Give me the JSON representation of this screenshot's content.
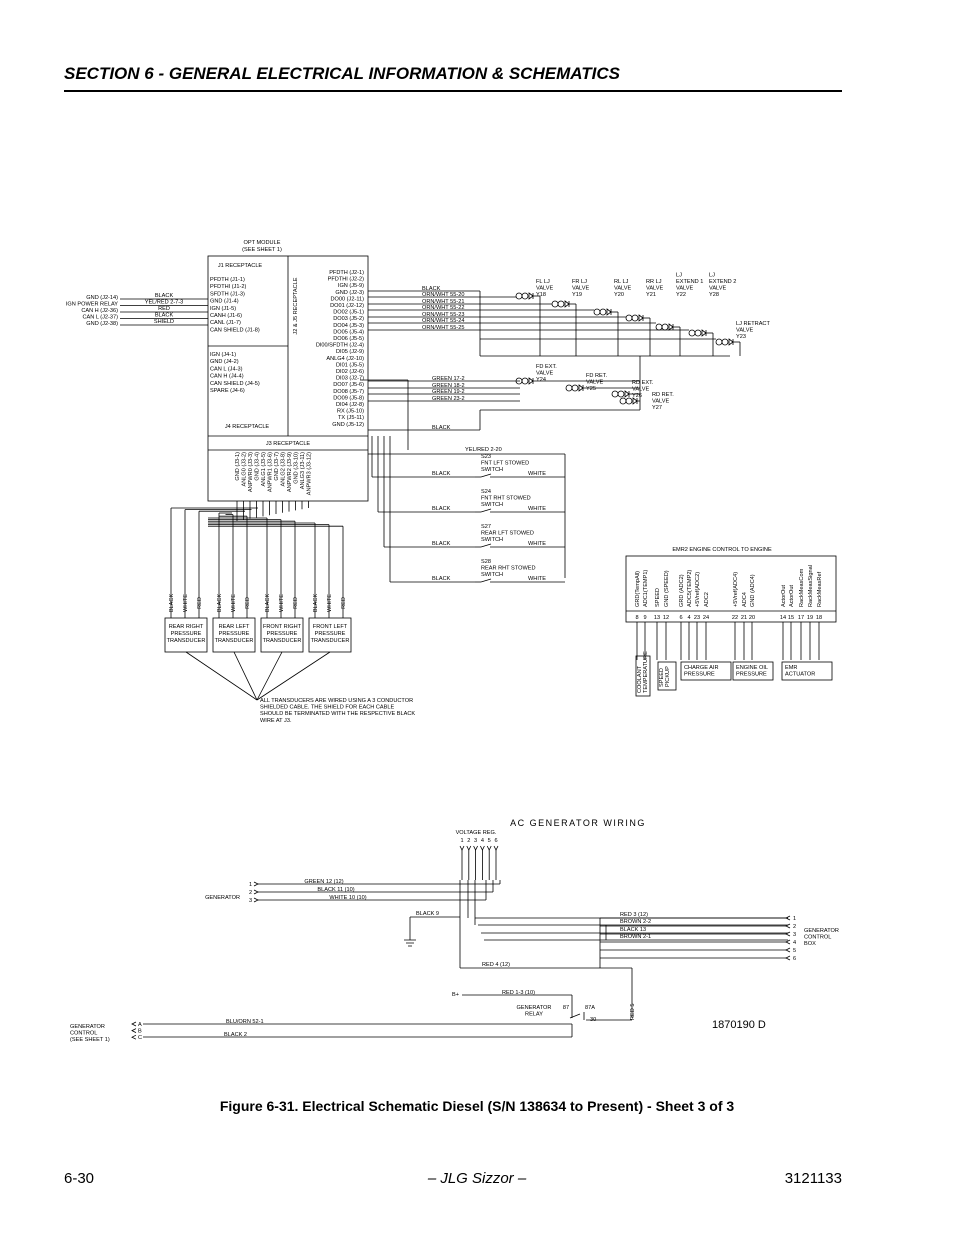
{
  "header": {
    "section_title": "SECTION 6 - GENERAL ELECTRICAL INFORMATION & SCHEMATICS"
  },
  "caption": "Figure 6-31.  Electrical Schematic Diesel (S/N 138634 to Present) - Sheet 3 of 3",
  "footer": {
    "page_number": "6-30",
    "manual_name": "– JLG Sizzor –",
    "doc_number": "3121133"
  },
  "schematic": {
    "drawing_number": "1870190 D",
    "opt_module": [
      "OPT MODULE",
      "(SEE SHEET 1)"
    ],
    "j1_title": "J1 RECEPTACLE",
    "j1_pins": [
      "PFDTH (J1-1)",
      "PFDTHI (J1-2)",
      "SFDTH (J1-3)",
      "GND (J1-4)",
      "IGN (J1-5)",
      "CANH (J1-6)",
      "CANL (J1-7)",
      "CAN SHIELD (J1-8)"
    ],
    "j4_title": "J4 RECEPTACLE",
    "j4_pins": [
      "IGN (J4-1)",
      "GND (J4-2)",
      "CAN L (J4-3)",
      "CAN H (J4-4)",
      "CAN SHIELD (J4-5)",
      "SPARE (J4-6)"
    ],
    "j2j5_title": "J2 & J5 RECEPTACLE",
    "j2j5_pins": [
      "PFDTH (J2-1)",
      "PFDTHI (J2-2)",
      "IGN (J5-9)",
      "GND (J2-3)",
      "DO00 (J2-11)",
      "DO01 (J2-12)",
      "DO02 (J5-1)",
      "DO03 (J5-2)",
      "DO04 (J5-3)",
      "DO05 (J5-4)",
      "DO06 (J5-5)",
      "DI00/SFDTH (J2-4)",
      "DI05 (J2-9)",
      "ANLG4 (J2-10)",
      "DI01 (J5-5)",
      "DI02 (J2-6)",
      "DI03 (J2-7)",
      "DO07 (J5-6)",
      "DO08 (J5-7)",
      "DO09 (J5-8)",
      "DI04 (J2-8)",
      "RX (J5-10)",
      "TX (J5-11)",
      "GND (J5-12)"
    ],
    "j3_title": "J3 RECEPTACLE",
    "j3_pins": [
      "GND (J3-1)",
      "ANLG0 (J3-2)",
      "ANPWR0 (J3-3)",
      "GND (J3-4)",
      "ANLG1 (J3-5)",
      "ANPWR1 (J3-6)",
      "GND (J3-7)",
      "ANLG2 (J3-8)",
      "ANPWR2 (J3-9)",
      "GND (J3-10)",
      "ANLG3 (J3-11)",
      "ANPWR3 (J3-12)"
    ],
    "left_inputs": [
      {
        "label": "GND (J2-14)",
        "wire": "BLACK"
      },
      {
        "label": "IGN POWER RELAY",
        "wire": "YEL/RED 2-7-3"
      },
      {
        "label": "CAN H (J2-36)",
        "wire": "RED"
      },
      {
        "label": "CAN L (J2-37)",
        "wire": "BLACK"
      },
      {
        "label": "GND (J2-38)",
        "wire": "SHIELD"
      }
    ],
    "valve_wires": [
      "BLACK",
      "ORN/WHT 55-20",
      "ORN/WHT 55-21",
      "ORN/WHT 55-22",
      "ORN/WHT 55-23",
      "ORN/WHT 55-24",
      "ORN/WHT 55-25"
    ],
    "valves_row1": [
      [
        "FL LJ",
        "VALVE",
        "Y18"
      ],
      [
        "FR LJ",
        "VALVE",
        "Y19"
      ],
      [
        "RL LJ",
        "VALVE",
        "Y20"
      ],
      [
        "RR LJ",
        "VALVE",
        "Y21"
      ],
      [
        "LJ",
        "EXTEND 1",
        "VALVE",
        "Y22"
      ],
      [
        "LJ",
        "EXTEND 2",
        "VALVE",
        "Y28"
      ],
      [
        "LJ RETRACT",
        "VALVE",
        "Y23"
      ]
    ],
    "green_wires": [
      "GREEN 17-2",
      "GREEN 18-2",
      "GREEN 19-2",
      "GREEN 23-2"
    ],
    "valves_row2": [
      [
        "FD EXT.",
        "VALVE",
        "Y24"
      ],
      [
        "FD RET.",
        "VALVE",
        "Y25"
      ],
      [
        "RD EXT.",
        "VALVE",
        "Y26"
      ],
      [
        "RD RET.",
        "VALVE",
        "Y27"
      ]
    ],
    "black_wire": "BLACK",
    "switch_feed": "YEL/RED 2-20",
    "switches": [
      {
        "id": "S23",
        "name": "FNT LFT STOWED",
        "type": "SWITCH"
      },
      {
        "id": "S24",
        "name": "FNT RHT STOWED",
        "type": "SWITCH"
      },
      {
        "id": "S27",
        "name": "REAR LFT STOWED",
        "type": "SWITCH"
      },
      {
        "id": "S28",
        "name": "REAR RHT STOWED",
        "type": "SWITCH"
      }
    ],
    "switch_wires": {
      "left": "BLACK",
      "right": "WHITE"
    },
    "transducer_wires": [
      "BLACK",
      "WHITE",
      "RED"
    ],
    "transducers": [
      [
        "REAR RIGHT",
        "PRESSURE",
        "TRANSDUCER"
      ],
      [
        "REAR LEFT",
        "PRESSURE",
        "TRANSDUCER"
      ],
      [
        "FRONT RIGHT",
        "PRESSURE",
        "TRANSDUCER"
      ],
      [
        "FRONT LEFT",
        "PRESSURE",
        "TRANSDUCER"
      ]
    ],
    "transducer_note": [
      "ALL TRANSDUCERS ARE WIRED USING A 3 CONDUCTOR",
      "SHIELDED CABLE.  THE SHIELD FOR EACH CABLE",
      "SHOULD BE TERMINATED WITH THE RESPECTIVE BLACK",
      "WIRE AT J3."
    ],
    "emr2_title": "EMR2 ENGINE CONTROL TO ENGINE",
    "emr2_signals": [
      "GRD(TempAll)",
      "ADC1(TEMP1)",
      "SPEED",
      "GND (SPEED)",
      "GRD (ADC2)",
      "ADC5(TEMP2)",
      "+5Vref(ADC2)",
      "ADC2",
      "+5Vref(ADC4)",
      "ADC4",
      "GND (ADC4)",
      "ActorOut",
      "ActorOut",
      "RackMeasCom",
      "RackMeasSignal",
      "RackMeasRef"
    ],
    "emr2_pins": [
      "8",
      "9",
      "13",
      "12",
      "6",
      "4",
      "23",
      "24",
      "22",
      "21",
      "20",
      "14",
      "15",
      "17",
      "19",
      "18"
    ],
    "sensors": [
      [
        "COOLANT",
        "TEMPERATURE"
      ],
      [
        "SPEED",
        "PICKUP"
      ],
      [
        "CHARGE AIR",
        "PRESSURE"
      ],
      [
        "ENGINE OIL",
        "PRESSURE"
      ],
      [
        "EMR",
        "ACTUATOR"
      ]
    ],
    "ac_title": "AC GENERATOR WIRING",
    "voltage_reg": "VOLTAGE REG.",
    "voltage_reg_pins": [
      "1",
      "2",
      "3",
      "4",
      "5",
      "6"
    ],
    "generator": "GENERATOR",
    "generator_pins": [
      "1",
      "2",
      "3"
    ],
    "gen_wires": [
      "GREEN 12 (12)",
      "BLACK 11 (10)",
      "WHITE 10 (10)"
    ],
    "gen_black": "BLACK 9",
    "box_wires": [
      "RED 3 (12)",
      "BROWN 2-2",
      "BLACK 13",
      "BROWN 2-1"
    ],
    "box_pins": [
      "1",
      "2",
      "3",
      "4",
      "5",
      "6"
    ],
    "gen_control_box": [
      "GENERATOR",
      "CONTROL",
      "BOX"
    ],
    "red4": "RED 4 (12)",
    "bplus": "B+",
    "red13": "RED 1-3 (10)",
    "gen_relay": [
      "GENERATOR",
      "RELAY"
    ],
    "relay_pins": [
      "87",
      "87A",
      "30"
    ],
    "red5": "RED 5",
    "gen_control": [
      "GENERATOR",
      "CONTROL",
      "(SEE SHEET 1)"
    ],
    "gen_control_pins": [
      "A",
      "B",
      "C"
    ],
    "blu_orn": "BLU/ORN 52-1",
    "black2": "BLACK 2"
  }
}
